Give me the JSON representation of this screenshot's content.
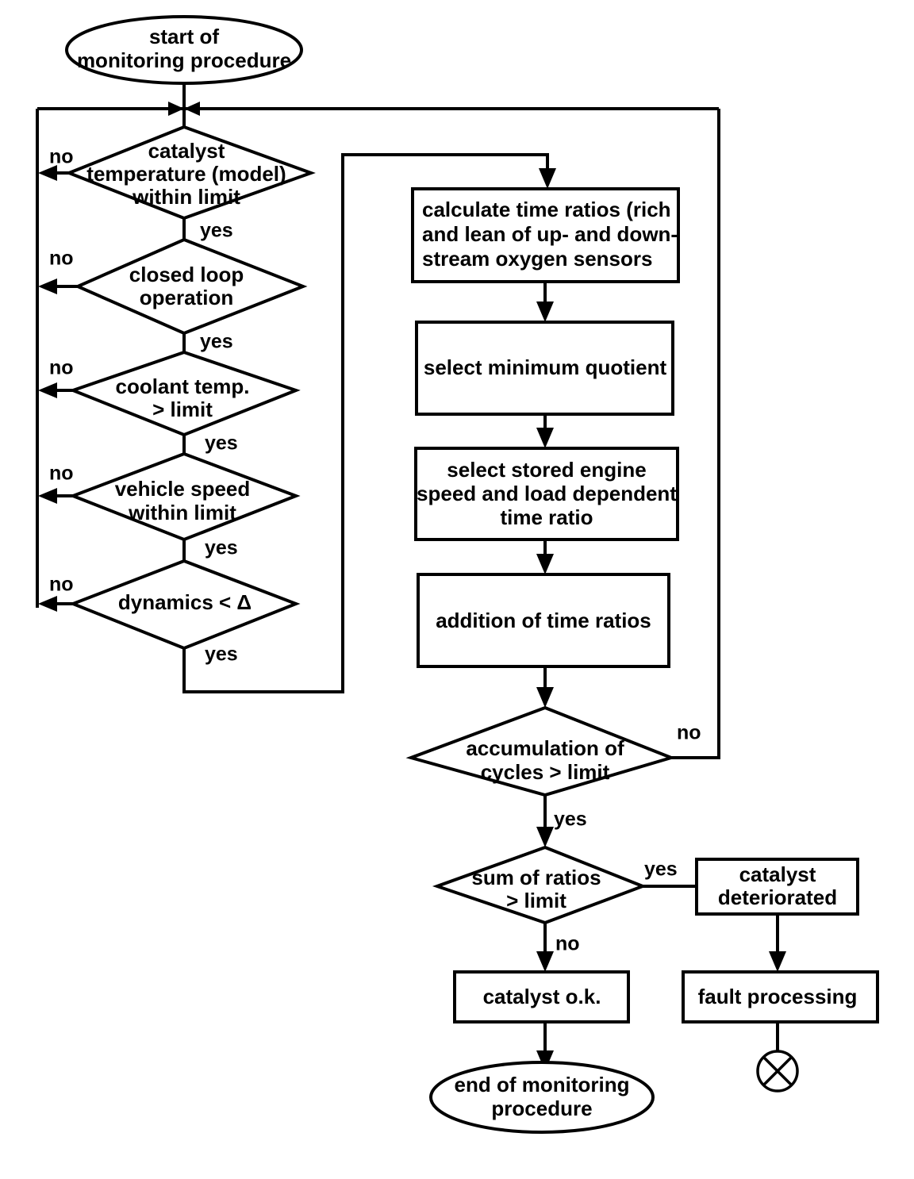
{
  "diagram": {
    "title": "catalyst monitoring procedure flowchart",
    "type": "flowchart",
    "colors": {
      "line": "#000000",
      "fill": "#ffffff",
      "background": "#ffffff"
    },
    "nodes": {
      "start": {
        "shape": "ellipse",
        "line1": "start of",
        "line2": "monitoring procedure"
      },
      "d_catalyst_temp": {
        "shape": "decision",
        "line1": "catalyst",
        "line2": "temperature (model)",
        "line3": "within limit"
      },
      "d_closed_loop": {
        "shape": "decision",
        "line1": "closed loop",
        "line2": "operation"
      },
      "d_coolant_temp": {
        "shape": "decision",
        "line1": "coolant temp.",
        "line2": "> limit"
      },
      "d_vehicle_speed": {
        "shape": "decision",
        "line1": "vehicle speed",
        "line2": "within limit"
      },
      "d_dynamics": {
        "shape": "decision",
        "line1": "dynamics <  Δ"
      },
      "p_calculate_ratios": {
        "shape": "process",
        "line1": "calculate time ratios (rich",
        "line2": "and lean of up- and down-",
        "line3": "stream oxygen sensors"
      },
      "p_select_minimum": {
        "shape": "process",
        "line1": "select minimum quotient"
      },
      "p_select_stored": {
        "shape": "process",
        "line1": "select stored engine",
        "line2": "speed and load dependent",
        "line3": "time ratio"
      },
      "p_addition": {
        "shape": "process",
        "line1": "addition of time ratios"
      },
      "d_accumulation": {
        "shape": "decision",
        "line1": "accumulation of",
        "line2": "cycles  > limit"
      },
      "d_sum_ratios": {
        "shape": "decision",
        "line1": "sum of ratios",
        "line2": "> limit"
      },
      "p_catalyst_deteriorated": {
        "shape": "process",
        "line1": "catalyst",
        "line2": "deteriorated"
      },
      "p_catalyst_ok": {
        "shape": "process",
        "line1": "catalyst o.k."
      },
      "p_fault_processing": {
        "shape": "process",
        "line1": "fault processing"
      },
      "end": {
        "shape": "ellipse",
        "line1": "end of monitoring",
        "line2": "procedure"
      },
      "terminator_cross": {
        "shape": "circle-cross",
        "label": ""
      }
    },
    "edge_labels": {
      "no_catalyst_temp": "no",
      "yes_catalyst_temp": "yes",
      "no_closed_loop": "no",
      "yes_closed_loop": "yes",
      "no_coolant_temp": "no",
      "yes_coolant_temp": "yes",
      "no_vehicle_speed": "no",
      "yes_vehicle_speed": "yes",
      "no_dynamics": "no",
      "yes_dynamics": "yes",
      "no_accumulation": "no",
      "yes_accumulation": "yes",
      "yes_sum_ratios": "yes",
      "no_sum_ratios": "no"
    }
  }
}
